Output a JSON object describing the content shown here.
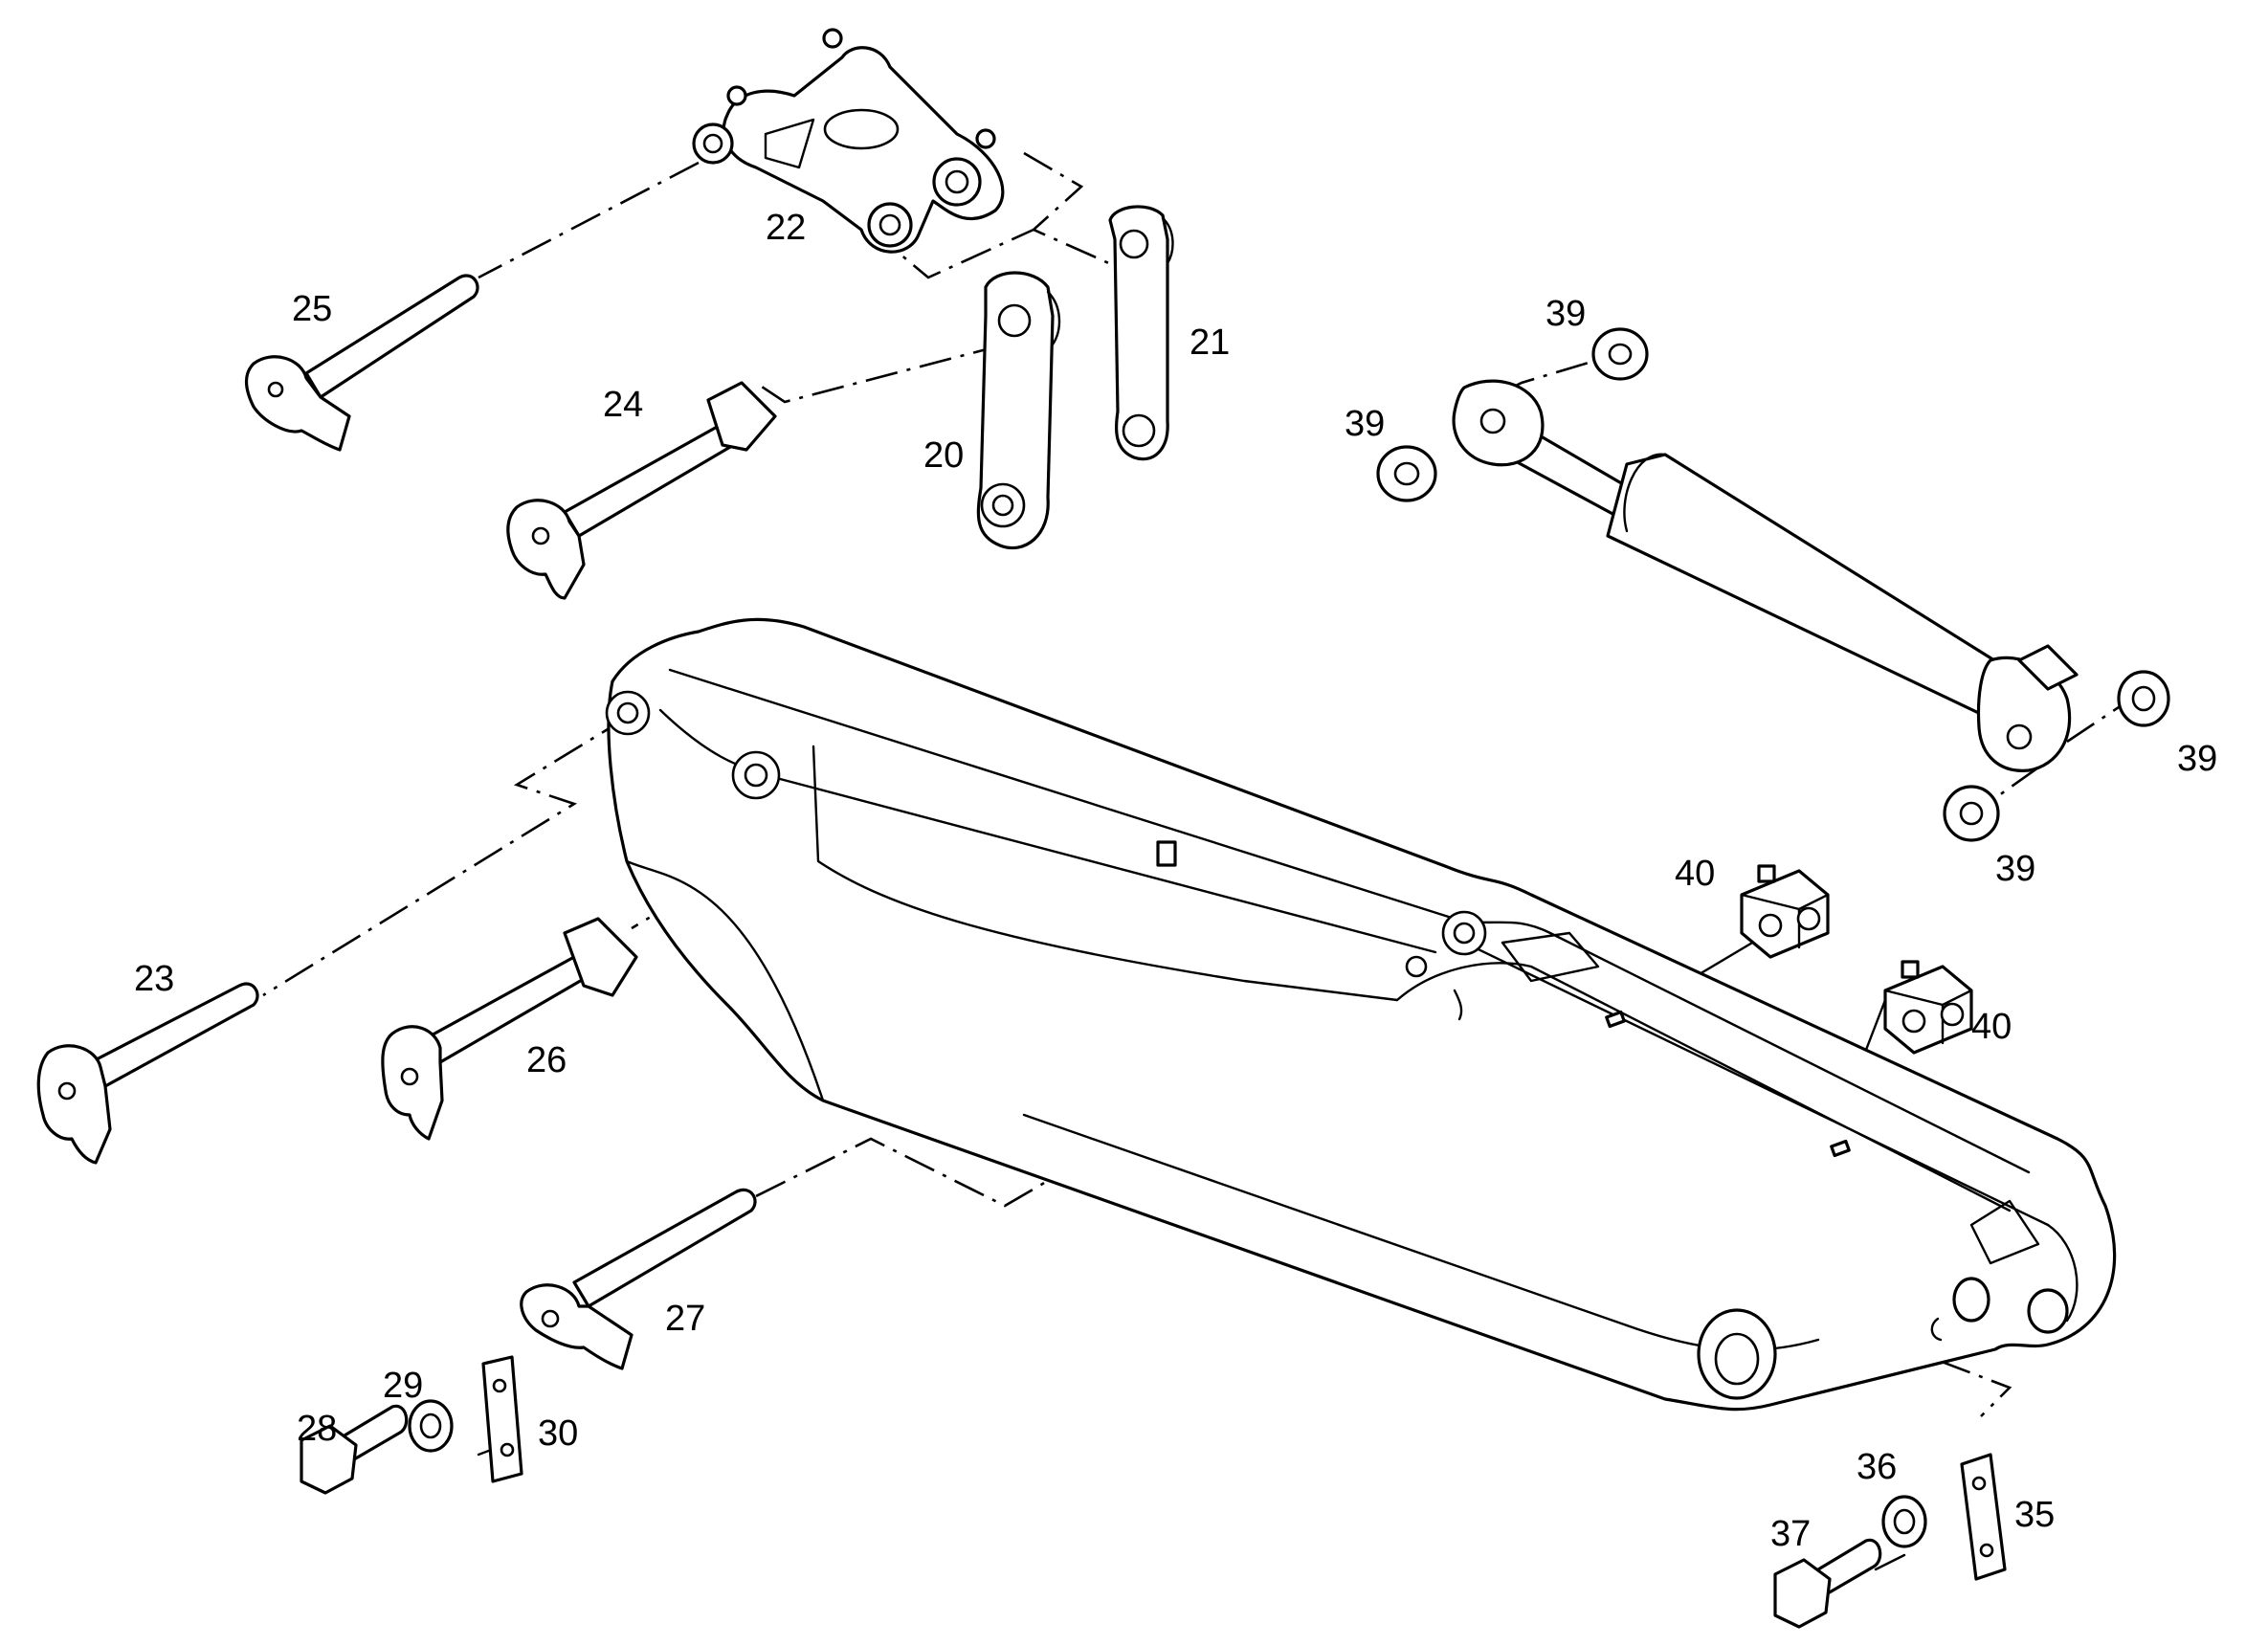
{
  "callouts": {
    "c20": "20",
    "c21": "21",
    "c22": "22",
    "c23": "23",
    "c24": "24",
    "c25": "25",
    "c26": "26",
    "c27": "27",
    "c28": "28",
    "c29": "29",
    "c30": "30",
    "c35": "35",
    "c36": "36",
    "c37": "37",
    "c39a": "39",
    "c39b": "39",
    "c39c": "39",
    "c39d": "39",
    "c40a": "40",
    "c40b": "40"
  }
}
